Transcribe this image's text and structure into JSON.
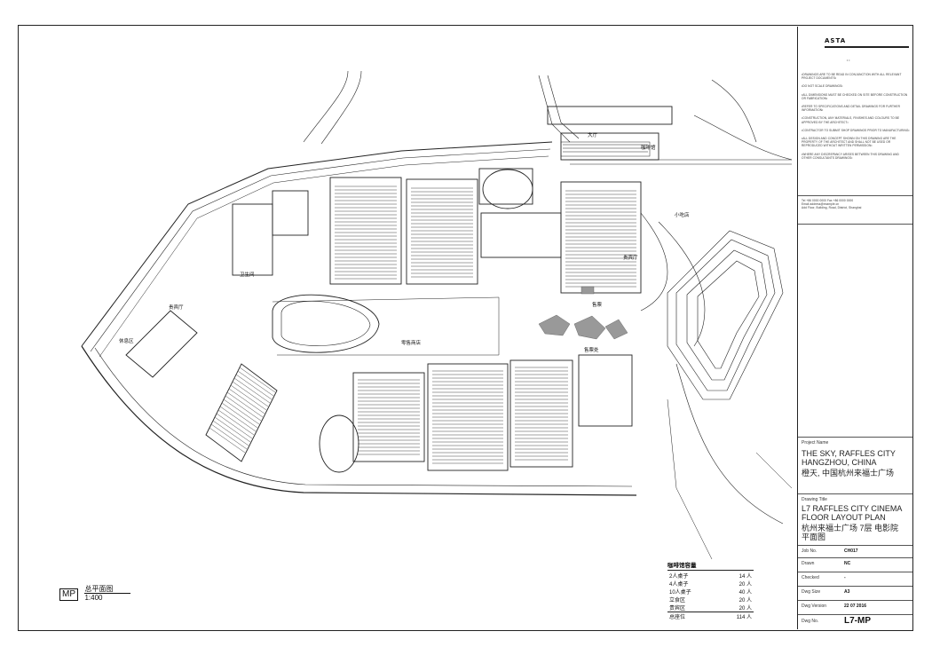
{
  "title_block": {
    "firm_logo": "ASTA",
    "notes": [
      "•DRAWINGS ARE TO BE READ IN CONJUNCTION WITH ALL RELEVANT PROJECT DOCUMENTS•",
      "•DO NOT SCALE DRAWINGS•",
      "•ALL DIMENSIONS MUST BE CHECKED ON SITE BEFORE CONSTRUCTION OR FABRICATION•",
      "•REFER TO SPECIFICATIONS AND DETAIL DRAWINGS FOR FURTHER INFORMATION•",
      "•CONSTRUCTION, ANY MATERIALS, FINISHES AND COLOURS TO BE APPROVED BY THE ARCHITECT•",
      "•CONTRACTOR TO SUBMIT SHOP DRAWINGS PRIOR TO MANUFACTURING•",
      "•ALL DESIGN AND CONCEPT SHOWN ON THIS DRAWING ARE THE PROPERTY OF THE ARCHITECT AND SHALL NOT BE USED OR REPRODUCED WITHOUT WRITTEN PERMISSION•",
      "•WHERE ANY DISCREPANCY ARISES BETWEEN THIS DRAWING AND OTHER CONSULTANTS DRAWINGS•"
    ],
    "contact_lines": [
      "Tel +86 0000 0000   Fax +86 0000 0000",
      "Email  address@example.cn",
      "Add  Floor, Building, Road, District, Shanghai"
    ],
    "project_name_label": "Project Name",
    "project_name_en": "THE SKY, RAFFLES CITY HANGZHOU, CHINA",
    "project_name_cn": "橙天, 中国杭州来福士广场",
    "drawing_title_label": "Drawing Title",
    "drawing_title_en": "L7 RAFFLES CITY CINEMA FLOOR LAYOUT PLAN",
    "drawing_title_cn": "杭州来福士广场 7层 电影院平面图",
    "fields": [
      {
        "label": "Job No.",
        "value": "CH017"
      },
      {
        "label": "Drawn",
        "value": "NC"
      },
      {
        "label": "Checked",
        "value": "-"
      },
      {
        "label": "Dwg Size",
        "value": "A3"
      },
      {
        "label": "Dwg Version",
        "value": "22 07 2016"
      }
    ],
    "dwg_no_label": "Dwg No.",
    "dwg_no": "L7-MP"
  },
  "coffee_table": {
    "title": "咖啡馆容量",
    "rows": [
      {
        "name": "2人桌子",
        "count": "14 人"
      },
      {
        "name": "4人桌子",
        "count": "20 人"
      },
      {
        "name": "10人桌子",
        "count": "40 人"
      },
      {
        "name": "立食区",
        "count": "20 人"
      },
      {
        "name": "贵宾区",
        "count": "20 人"
      }
    ],
    "total_name": "总座位",
    "total_count": "114 人"
  },
  "mp_label": {
    "code": "MP",
    "title": "总平面图",
    "scale": "1:400"
  },
  "plan_labels": {
    "lobby": "大厅",
    "cafe": "咖啡馆",
    "snack": "小吃店",
    "vip1": "贵宾厅",
    "vip2": "贵宾厅",
    "lounge": "休息区",
    "retail": "零售商店",
    "kiosk": "售票",
    "ticket": "售票处",
    "toilet": "卫生间"
  }
}
